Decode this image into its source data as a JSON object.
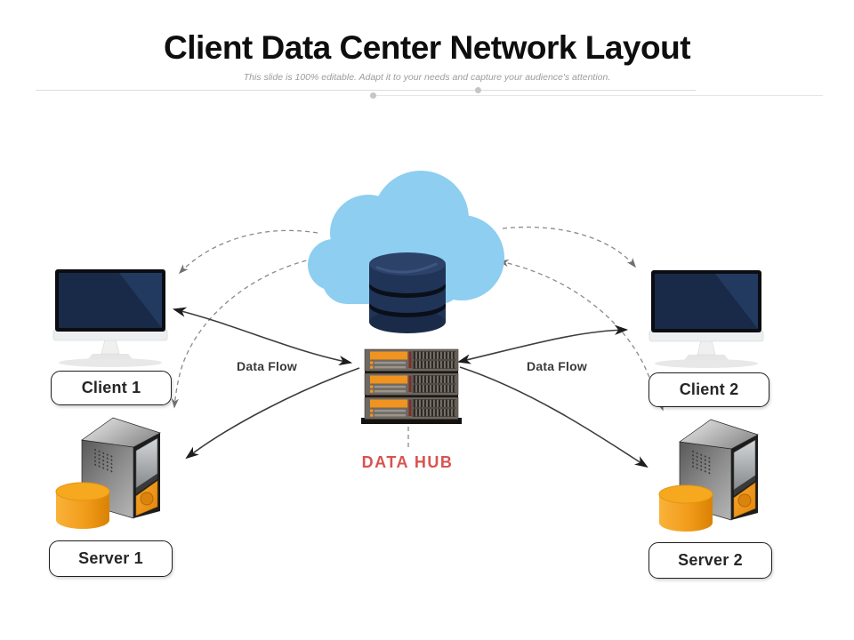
{
  "slide": {
    "title": "Client Data Center Network Layout",
    "subtitle": "This slide is 100% editable. Adapt it to your needs and capture your audience's attention."
  },
  "diagram": {
    "hub_label": "DATA HUB",
    "flow_label_left": "Data Flow",
    "flow_label_right": "Data Flow",
    "labels": {
      "client1": "Client 1",
      "client2": "Client 2",
      "server1": "Server 1",
      "server2": "Server 2"
    },
    "nodes": [
      {
        "id": "cloud",
        "type": "cloud-with-database"
      },
      {
        "id": "data-hub",
        "type": "server-rack",
        "label": "DATA HUB"
      },
      {
        "id": "client-1",
        "type": "desktop-monitor",
        "label": "Client 1"
      },
      {
        "id": "client-2",
        "type": "desktop-monitor",
        "label": "Client 2"
      },
      {
        "id": "server-1",
        "type": "tower-server-with-disk",
        "label": "Server 1"
      },
      {
        "id": "server-2",
        "type": "tower-server-with-disk",
        "label": "Server 2"
      }
    ],
    "connections": [
      {
        "from": "cloud",
        "to": "client-1",
        "style": "dashed"
      },
      {
        "from": "cloud",
        "to": "server-1",
        "style": "dashed"
      },
      {
        "from": "cloud",
        "to": "client-2",
        "style": "dashed"
      },
      {
        "from": "cloud",
        "to": "server-2",
        "style": "dashed",
        "bidirectional": true
      },
      {
        "from": "data-hub",
        "to": "client-1",
        "style": "solid",
        "bidirectional": true,
        "label": "Data Flow"
      },
      {
        "from": "data-hub",
        "to": "server-1",
        "style": "solid"
      },
      {
        "from": "data-hub",
        "to": "client-2",
        "style": "solid",
        "bidirectional": true,
        "label": "Data Flow"
      },
      {
        "from": "data-hub",
        "to": "server-2",
        "style": "solid"
      }
    ],
    "colors": {
      "cloud_blue": "#8DCEF1",
      "database_navy": "#203457",
      "rack_accent_orange": "#F0941F",
      "hub_text_red": "#D9534F",
      "cylinder_orange": "#F2A024",
      "monitor_screen_navy": "#17263F",
      "solid_arrow": "#3d3d3d",
      "dashed_arrow": "#8a8a8a"
    }
  }
}
